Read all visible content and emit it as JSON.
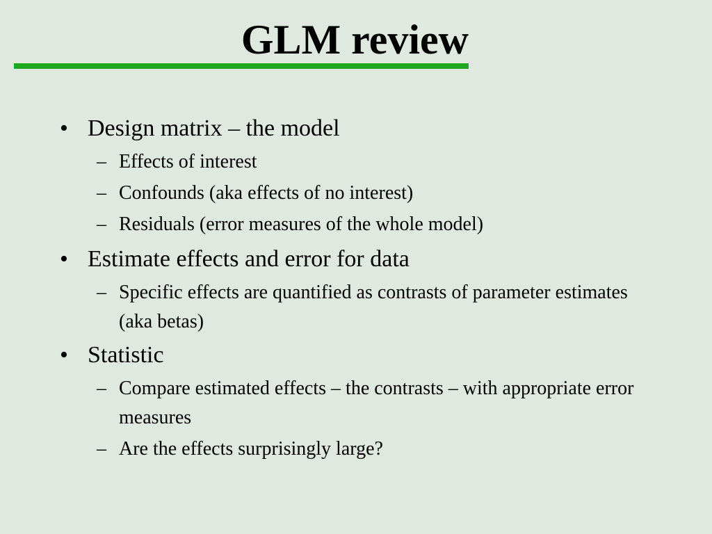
{
  "slide": {
    "title": "GLM review",
    "bullet_marker": "•",
    "sub_marker": "–",
    "items": [
      {
        "text": "Design matrix – the model",
        "subitems": [
          "Effects of interest",
          "Confounds (aka effects of no interest)",
          "Residuals (error measures of the whole model)"
        ]
      },
      {
        "text": "Estimate effects and error for data",
        "subitems": [
          "Specific effects are quantified as contrasts of parameter estimates (aka betas)"
        ]
      },
      {
        "text": "Statistic",
        "subitems": [
          "Compare estimated effects – the contrasts – with appropriate error measures",
          "Are the effects surprisingly large?"
        ]
      }
    ]
  },
  "colors": {
    "background": "#dfe9df",
    "title_rule": "#1fa81f",
    "text": "#000000"
  }
}
